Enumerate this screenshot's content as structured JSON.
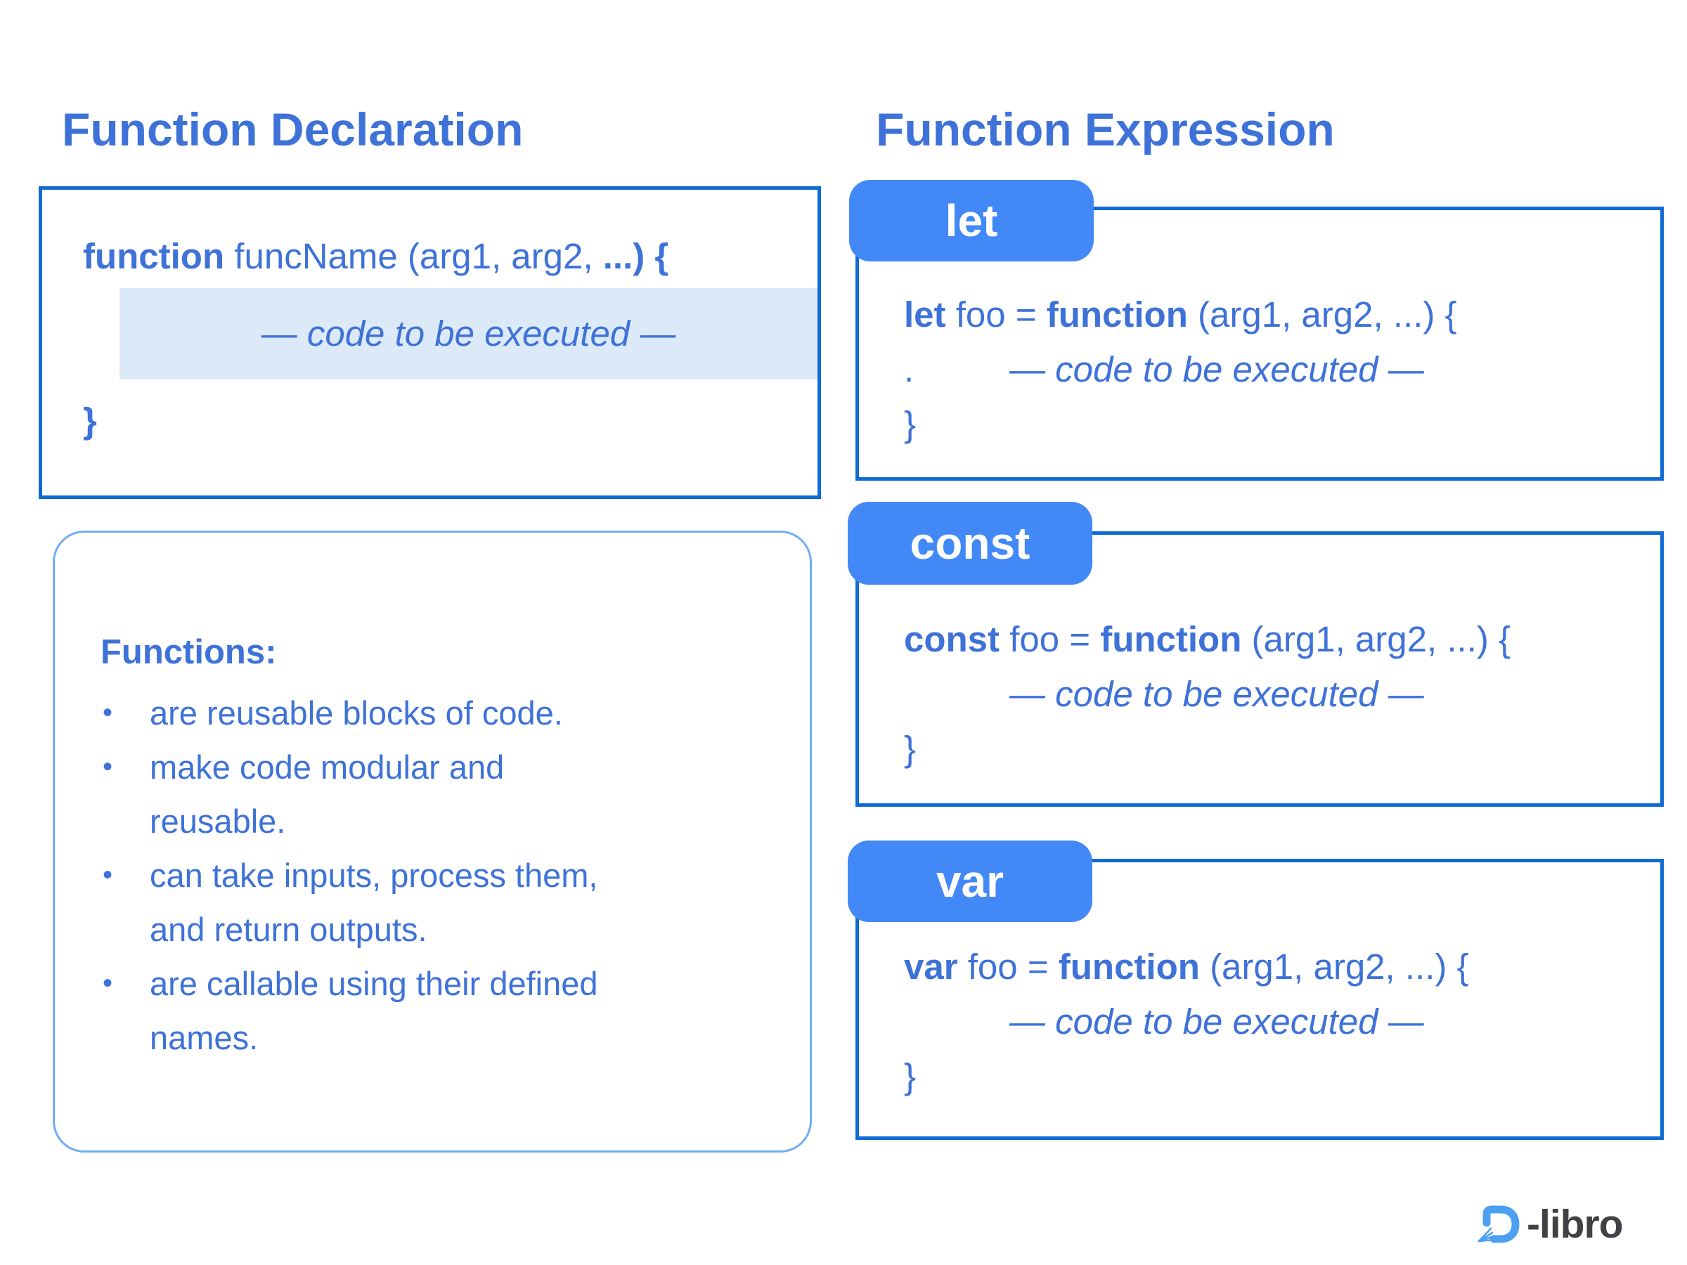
{
  "left": {
    "title": "Function Declaration",
    "code_box": {
      "line1_keyword": "function",
      "line1_mid": " funcName (arg1, arg2, ",
      "line1_bold_tail": "...) {",
      "highlight_text": "— code to be executed —",
      "closing_brace": "}"
    },
    "info_box": {
      "title": "Functions:",
      "bullets": [
        "are reusable blocks of code.",
        "make code modular and\nreusable.",
        "can take inputs, process them,\nand return outputs.",
        "are callable using their defined\nnames."
      ]
    }
  },
  "right": {
    "title": "Function Expression",
    "groups": [
      {
        "tab": "let",
        "kw": "let",
        "mid": " foo = ",
        "fn": "function",
        "tail": " (arg1, arg2, ...) {",
        "dot": ".",
        "body": "— code to be executed —",
        "brace": "}"
      },
      {
        "tab": "const",
        "kw": "const",
        "mid": " foo = ",
        "fn": "function",
        "tail": " (arg1, arg2, ...) {",
        "dot": "",
        "body": "— code to be executed —",
        "brace": "}"
      },
      {
        "tab": "var",
        "kw": "var",
        "mid": " foo = ",
        "fn": "function",
        "tail": " (arg1, arg2, ...) {",
        "dot": "",
        "body": "— code to be executed —",
        "brace": "}"
      }
    ]
  },
  "logo": {
    "text": "-libro",
    "icon": "d-book-icon"
  },
  "colors": {
    "text_blue": "#3e72d8",
    "border_blue": "#0f6bd2",
    "tab_blue": "#4289f7",
    "light_border_blue": "#70aef2",
    "highlight_blue": "#dce9f8",
    "logo_gray": "#3f4144",
    "logo_blue": "#4ba0f2",
    "background": "#ffffff"
  }
}
